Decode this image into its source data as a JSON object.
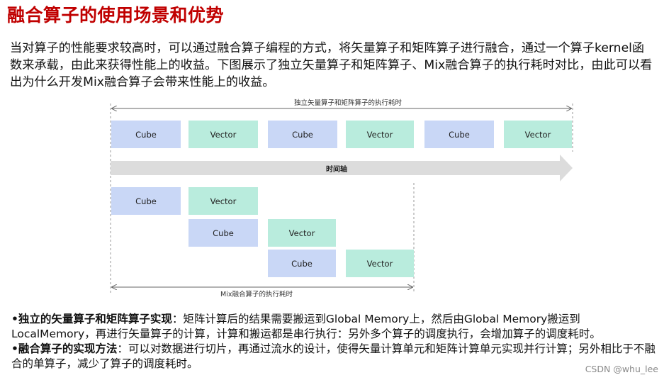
{
  "title": "融合算子的使用场景和优势",
  "intro": "当对算子的性能要求较高时，可以通过融合算子编程的方式，将矢量算子和矩阵算子进行融合，通过一个算子kernel函数来承载，由此来获得性能上的收益。下图展示了独立矢量算子和矩阵算子、Mix融合算子的执行耗时对比，由此可以看出为什么开发Mix融合算子会带来性能上的收益。",
  "diagram": {
    "top_span_label": "独立矢量算子和矩阵算子的执行耗时",
    "axis_label": "时间轴",
    "bottom_span_label": "Mix融合算子的执行耗时",
    "sequential_blocks": [
      {
        "label": "Cube",
        "kind": "cube"
      },
      {
        "label": "Vector",
        "kind": "vector"
      },
      {
        "label": "Cube",
        "kind": "cube"
      },
      {
        "label": "Vector",
        "kind": "vector"
      },
      {
        "label": "Cube",
        "kind": "cube"
      },
      {
        "label": "Vector",
        "kind": "vector"
      }
    ],
    "pipelined_blocks": [
      {
        "label": "Cube",
        "kind": "cube"
      },
      {
        "label": "Vector",
        "kind": "vector"
      },
      {
        "label": "Cube",
        "kind": "cube"
      },
      {
        "label": "Vector",
        "kind": "vector"
      },
      {
        "label": "Cube",
        "kind": "cube"
      },
      {
        "label": "Vector",
        "kind": "vector"
      }
    ],
    "colors": {
      "cube": "#c9d7f6",
      "vector": "#b9ecdd",
      "axis": "#dcdcdc"
    }
  },
  "bullets": [
    {
      "head": "•独立的矢量算子和矩阵算子实现",
      "body": "：矩阵计算后的结果需要搬运到Global Memory上，然后由Global Memory搬运到LocalMemory，再进行矢量算子的计算，计算和搬运都是串行执行：另外多个算子的调度执行，会增加算子的调度耗时。"
    },
    {
      "head": "•融合算子的实现方法",
      "body": "：可以对数据进行切片，再通过流水的设计，使得矢量计算单元和矩阵计算单元实现并行计算；另外相比于不融合的单算子，减少了算子的调度耗时。"
    }
  ],
  "watermark": "CSDN @whu_lee"
}
